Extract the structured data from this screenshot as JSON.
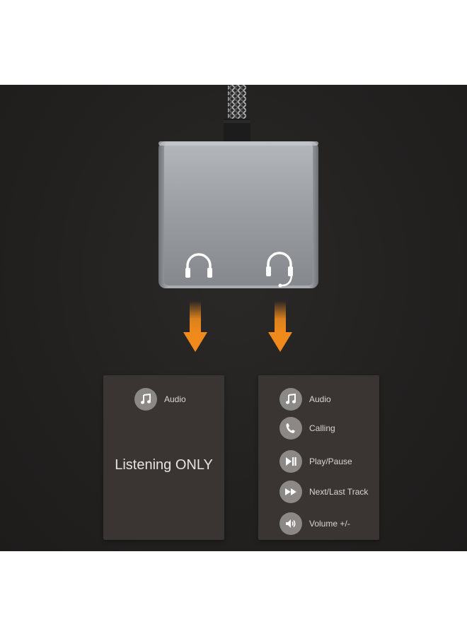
{
  "colors": {
    "background": "#232120",
    "panel": "#3a3532",
    "arrow": "#f08a1c",
    "icon_circle": "#8b8885",
    "adapter": "#9a9ea3"
  },
  "adapter": {
    "ports": [
      {
        "icon": "headphones-icon"
      },
      {
        "icon": "headset-mic-icon"
      }
    ]
  },
  "left_panel": {
    "items": [
      {
        "icon": "music-note-icon",
        "label": "Audio"
      }
    ],
    "caption": "Listening ONLY"
  },
  "right_panel": {
    "items": [
      {
        "icon": "music-note-icon",
        "label": "Audio"
      },
      {
        "icon": "phone-icon",
        "label": "Calling"
      },
      {
        "icon": "play-pause-icon",
        "label": "Play/Pause"
      },
      {
        "icon": "next-track-icon",
        "label": "Next/Last Track"
      },
      {
        "icon": "volume-icon",
        "label": "Volume +/-"
      }
    ]
  }
}
